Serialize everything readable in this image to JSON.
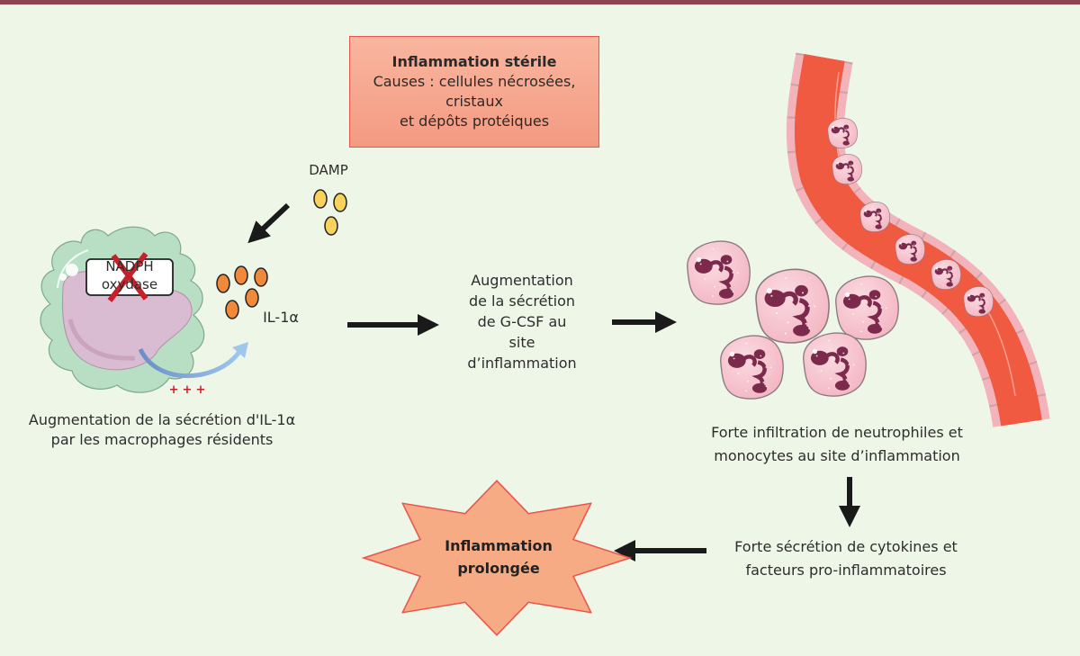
{
  "figure": {
    "top_bar_color": "#8b4450",
    "background_color": "#eef6e8"
  },
  "cause_box": {
    "title": "Inflammation stérile",
    "line1": "Causes : cellules nécrosées, cristaux",
    "line2": "et dépôts protéiques",
    "fill": "#f6a890",
    "border": "#e9534a"
  },
  "macrophage": {
    "enzyme_line1": "NADPH",
    "enzyme_line2": "oxydase",
    "inhibition_mark": "red-cross",
    "plus_signs": "+++",
    "caption_line1": "Augmentation de la sécrétion d'IL-1α",
    "caption_line2": "par les macrophages résidents"
  },
  "damp": {
    "label": "DAMP",
    "particle_count": 3,
    "particle_color": "#f7d35c"
  },
  "il1a": {
    "label": "IL-1α",
    "particle_count": 5,
    "particle_color": "#f08a3a"
  },
  "gcsf_step": {
    "lines": [
      "Augmentation",
      "de la sécrétion",
      "de G-CSF au",
      "site",
      "d’inflammation"
    ]
  },
  "infiltration": {
    "caption_line1": "Forte infiltration de neutrophiles et",
    "caption_line2": "monocytes au site d’inflammation",
    "tissue_neutrophil_count": 5,
    "vessel_neutrophil_count": 6,
    "vessel_color": "#ef5a41"
  },
  "cytokines": {
    "line1": "Forte sécrétion de cytokines et",
    "line2": "facteurs pro-inflammatoires"
  },
  "outcome": {
    "line1": "Inflammation",
    "line2": "prolongée",
    "fill": "#f6ab85",
    "border": "#e9534a"
  }
}
